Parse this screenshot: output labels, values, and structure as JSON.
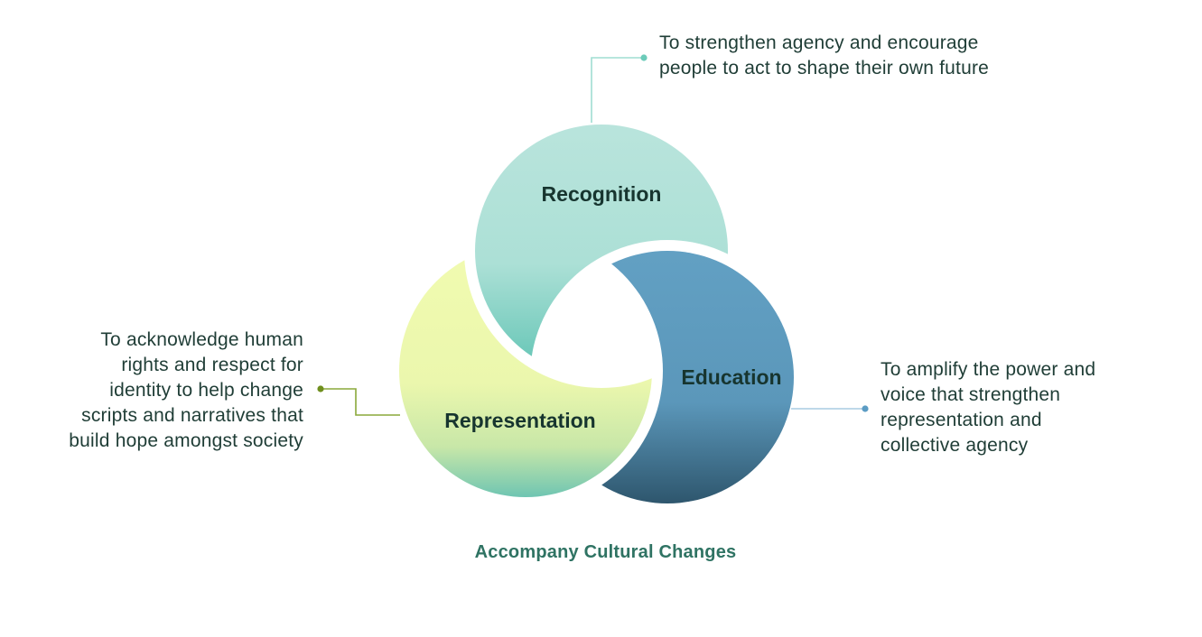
{
  "diagram": {
    "title": "Accompany Cultural Changes",
    "segments": [
      {
        "id": "recognition",
        "label": "Recognition",
        "description_lines": [
          "To strengthen agency and encourage",
          "people to act to shape their own future"
        ],
        "colors": {
          "top": "#b9e4dc",
          "bottom": "#66c6b7",
          "connector": "#7fd0c1"
        }
      },
      {
        "id": "education",
        "label": "Education",
        "description_lines": [
          "To amplify the power and",
          "voice that strengthen",
          "representation and",
          "collective agency"
        ],
        "colors": {
          "top": "#62a0c3",
          "bottom": "#2f5b74",
          "connector": "#9cc4de",
          "dot": "#5b9cc4"
        }
      },
      {
        "id": "representation",
        "label": "Representation",
        "description_lines": [
          "To acknowledge human",
          "rights and respect for",
          "identity to help change",
          "scripts and narratives that",
          "build hope amongst society"
        ],
        "colors": {
          "top": "#f2fbb4",
          "bottom": "#72c7b2",
          "connector": "#7a9a22"
        }
      }
    ]
  }
}
